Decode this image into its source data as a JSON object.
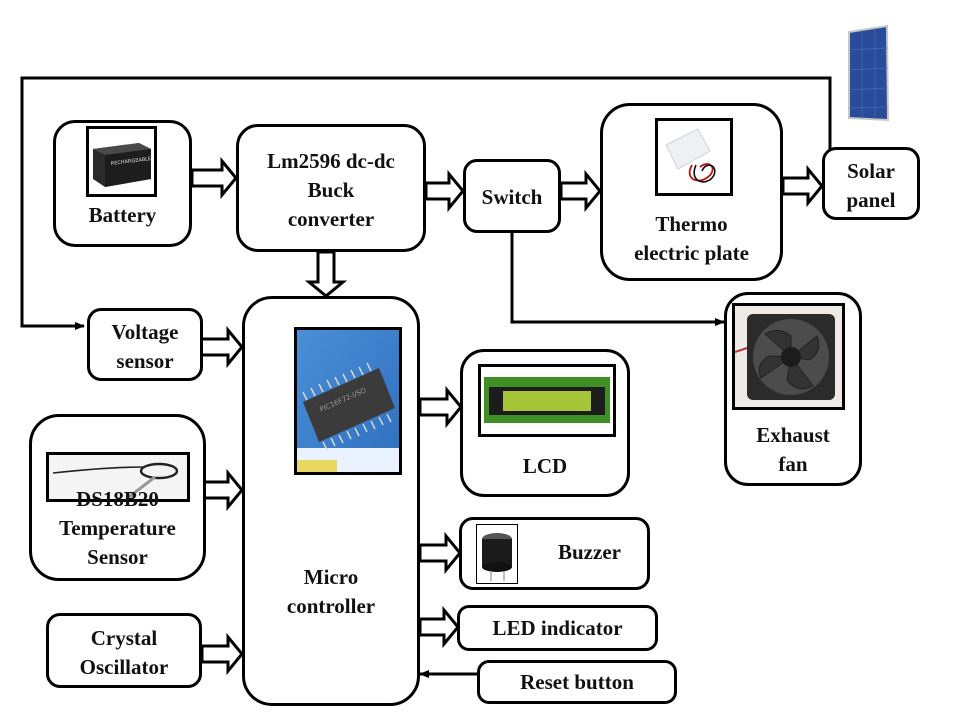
{
  "title": "Block diagram of solar/battery powered thermoelectric cooling system with microcontroller",
  "blocks": {
    "battery": {
      "label": "Battery",
      "icon": "battery-image"
    },
    "buck": {
      "label": "Lm2596 dc-dc\nBuck\nconverter"
    },
    "switch": {
      "label": "Switch"
    },
    "thermo": {
      "label": "Thermo\nelectric  plate",
      "icon": "peltier-module-image"
    },
    "solar": {
      "label": "Solar\npanel",
      "icon": "solar-panel-image"
    },
    "voltage": {
      "label": "Voltage\nsensor"
    },
    "micro": {
      "label": "Micro\ncontroller",
      "icon": "pic-chip-image",
      "chip_text": "PIC16F72-I/SO 11281FV"
    },
    "temp": {
      "label": "DS18B20\nTemperature\nSensor",
      "icon": "temperature-probe-image"
    },
    "crystal": {
      "label": "Crystal\nOscillator"
    },
    "lcd": {
      "label": "LCD",
      "icon": "lcd-module-image"
    },
    "fan": {
      "label": "Exhaust\nfan",
      "icon": "fan-image"
    },
    "buzzer": {
      "label": "Buzzer",
      "icon": "buzzer-image"
    },
    "led": {
      "label": "LED indicator"
    },
    "reset": {
      "label": "Reset button"
    }
  },
  "connections": [
    {
      "from": "battery",
      "to": "buck",
      "style": "block-arrow"
    },
    {
      "from": "buck",
      "to": "switch",
      "style": "block-arrow"
    },
    {
      "from": "switch",
      "to": "thermo",
      "style": "block-arrow"
    },
    {
      "from": "thermo",
      "to": "solar",
      "style": "block-arrow"
    },
    {
      "from": "buck",
      "to": "micro",
      "style": "block-arrow"
    },
    {
      "from": "voltage",
      "to": "micro",
      "style": "block-arrow"
    },
    {
      "from": "temp",
      "to": "micro",
      "style": "block-arrow"
    },
    {
      "from": "crystal",
      "to": "micro",
      "style": "block-arrow"
    },
    {
      "from": "micro",
      "to": "lcd",
      "style": "block-arrow"
    },
    {
      "from": "micro",
      "to": "buzzer",
      "style": "block-arrow"
    },
    {
      "from": "micro",
      "to": "led",
      "style": "block-arrow"
    },
    {
      "from": "reset",
      "to": "micro",
      "style": "line-arrow"
    },
    {
      "from": "switch",
      "to": "fan",
      "style": "line-arrow"
    },
    {
      "from": "solar",
      "to": "voltage",
      "style": "line-arrow"
    }
  ]
}
